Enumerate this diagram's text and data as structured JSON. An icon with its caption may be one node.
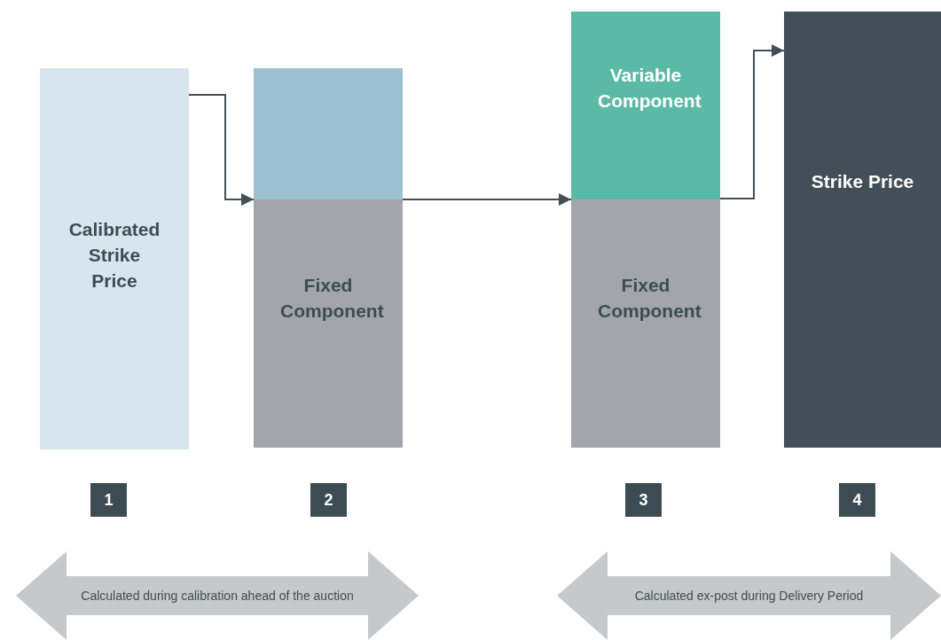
{
  "diagram": {
    "nodes": [
      {
        "text": [
          "Calibrated Strike Price"
        ]
      },
      {
        "text": [],
        "shape": "box"
      },
      {
        "text": [
          "Fixed Component"
        ]
      },
      {
        "text": [
          "Variable Component"
        ]
      },
      {
        "text": [
          "Fixed Component"
        ]
      },
      {
        "text": [
          "Strike Price"
        ]
      },
      {
        "text": [
          "1"
        ]
      },
      {
        "text": [
          "2"
        ]
      },
      {
        "text": [
          "3"
        ]
      },
      {
        "text": [
          "4"
        ]
      },
      {
        "text": [
          "Calculated during calibration ahead of the auction"
        ]
      },
      {
        "text": [
          "Calculated ex-post during Delivery Period"
        ]
      }
    ],
    "edges": [
      {
        "from": 0,
        "to": 2,
        "arrow": "to"
      },
      {
        "from": 2,
        "to": 4,
        "arrow": "to"
      },
      {
        "from": 3,
        "to": 5,
        "arrow": "to"
      }
    ]
  }
}
